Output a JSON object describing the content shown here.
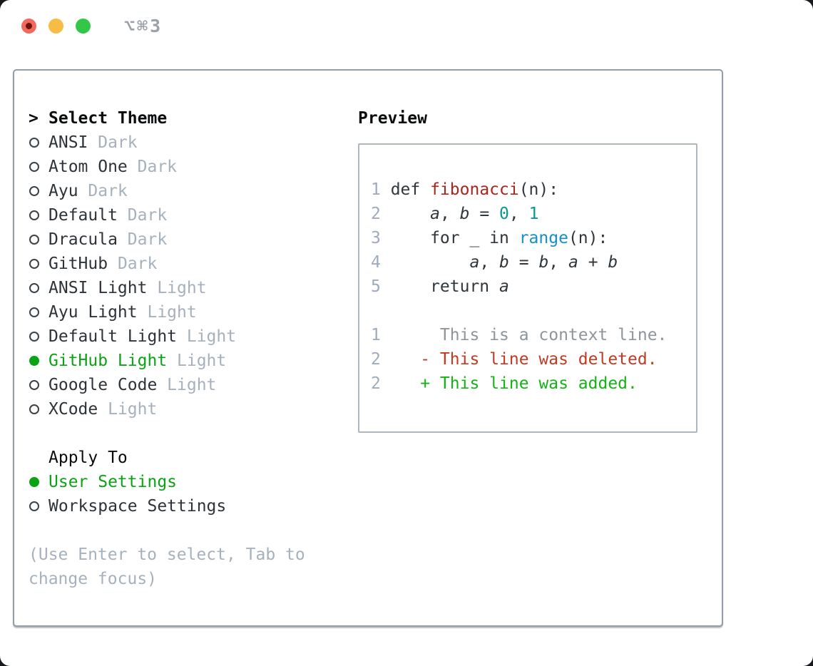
{
  "window": {
    "shortcut": "⌥⌘3"
  },
  "colors": {
    "selected_green": "#0aa313",
    "added_green": "#13b316",
    "deleted_red": "#c13a22",
    "function_red": "#a6271c",
    "number_teal": "#0b9595",
    "builtin_blue": "#1590cc",
    "muted_gray": "#a6b1be",
    "panel_border": "#939da8",
    "traffic_red": "#f1695d",
    "traffic_yellow": "#f7bc45",
    "traffic_green": "#33c748"
  },
  "theme_panel": {
    "prompt": ">",
    "title": "Select Theme",
    "items": [
      {
        "name": "ANSI",
        "variant": "Dark",
        "selected": false
      },
      {
        "name": "Atom One",
        "variant": "Dark",
        "selected": false
      },
      {
        "name": "Ayu",
        "variant": "Dark",
        "selected": false
      },
      {
        "name": "Default",
        "variant": "Dark",
        "selected": false
      },
      {
        "name": "Dracula",
        "variant": "Dark",
        "selected": false
      },
      {
        "name": "GitHub",
        "variant": "Dark",
        "selected": false
      },
      {
        "name": "ANSI Light",
        "variant": "Light",
        "selected": false
      },
      {
        "name": "Ayu Light",
        "variant": "Light",
        "selected": false
      },
      {
        "name": "Default Light",
        "variant": "Light",
        "selected": false
      },
      {
        "name": "GitHub Light",
        "variant": "Light",
        "selected": true
      },
      {
        "name": "Google Code",
        "variant": "Light",
        "selected": false
      },
      {
        "name": "XCode",
        "variant": "Light",
        "selected": false
      }
    ],
    "apply_to": {
      "title": "Apply To",
      "options": [
        {
          "label": "User Settings",
          "selected": true
        },
        {
          "label": "Workspace Settings",
          "selected": false
        }
      ]
    },
    "help": "(Use Enter to select, Tab to change focus)"
  },
  "preview": {
    "title": "Preview",
    "lines": [
      {
        "num": "1",
        "tokens": [
          [
            "def ",
            "code"
          ],
          [
            "fibonacci",
            "function"
          ],
          [
            "(n):",
            "code"
          ]
        ]
      },
      {
        "num": "2",
        "tokens": [
          [
            "    ",
            "code"
          ],
          [
            "a",
            "var"
          ],
          [
            ", ",
            "code"
          ],
          [
            "b",
            "var"
          ],
          [
            " = ",
            "code"
          ],
          [
            "0",
            "number"
          ],
          [
            ", ",
            "code"
          ],
          [
            "1",
            "number"
          ]
        ]
      },
      {
        "num": "3",
        "tokens": [
          [
            "    for _ in ",
            "code"
          ],
          [
            "range",
            "builtin"
          ],
          [
            "(n):",
            "code"
          ]
        ]
      },
      {
        "num": "4",
        "tokens": [
          [
            "        ",
            "code"
          ],
          [
            "a",
            "var"
          ],
          [
            ", ",
            "code"
          ],
          [
            "b",
            "var"
          ],
          [
            " = ",
            "code"
          ],
          [
            "b",
            "var"
          ],
          [
            ", ",
            "code"
          ],
          [
            "a",
            "var"
          ],
          [
            " + ",
            "code"
          ],
          [
            "b",
            "var"
          ]
        ]
      },
      {
        "num": "5",
        "tokens": [
          [
            "    return ",
            "code"
          ],
          [
            "a",
            "var"
          ]
        ]
      },
      {
        "num": "",
        "tokens": []
      },
      {
        "num": "1",
        "tokens": [
          [
            "     This is a context line.",
            "context"
          ]
        ]
      },
      {
        "num": "2",
        "tokens": [
          [
            "   - This line was deleted.",
            "deleted"
          ]
        ]
      },
      {
        "num": "2",
        "tokens": [
          [
            "   + This line was added.",
            "added"
          ]
        ]
      }
    ]
  }
}
